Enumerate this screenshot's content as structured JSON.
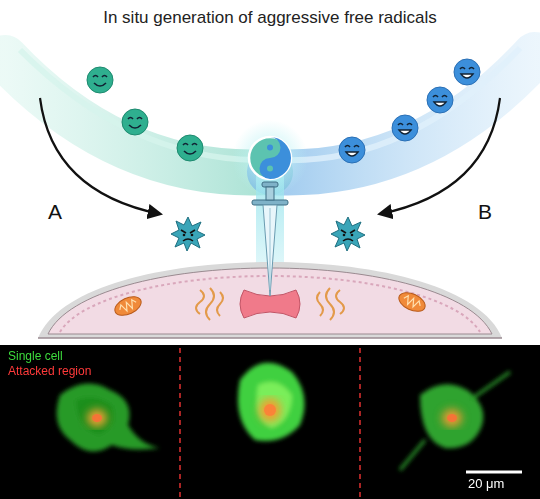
{
  "diagram": {
    "title": "In situ generation of aggressive free radicals",
    "labels": [
      "A",
      "B",
      "Single cell",
      "Attacked region",
      "20 μm"
    ]
  }
}
